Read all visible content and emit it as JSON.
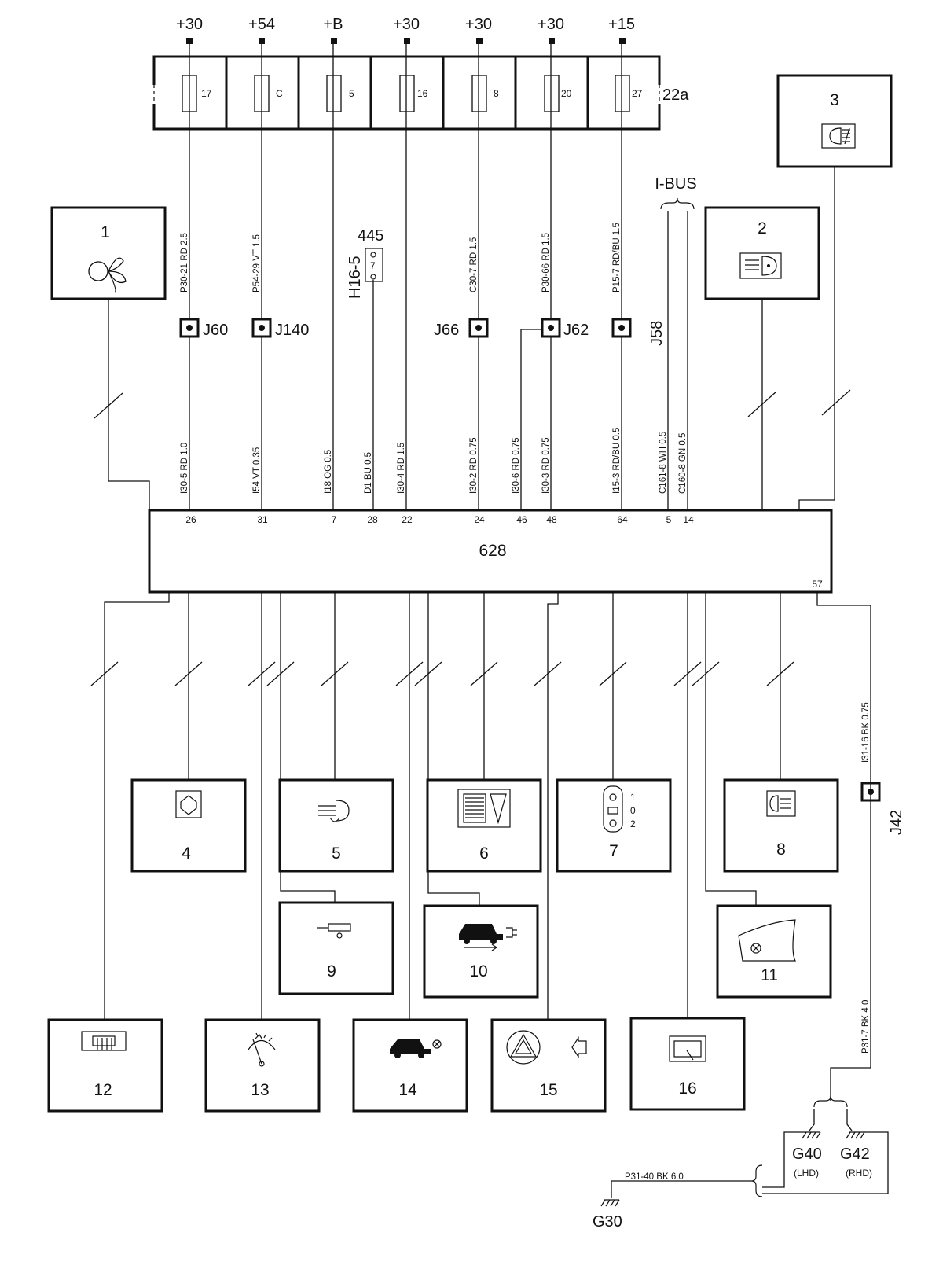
{
  "supplies": [
    "+30",
    "+54",
    "+B",
    "+30",
    "+30",
    "+30",
    "+15"
  ],
  "fuses": [
    "17",
    "C",
    "5",
    "16",
    "8",
    "20",
    "27"
  ],
  "fuse_box_label": "22a",
  "ibus_label": "I-BUS",
  "module_label": "628",
  "components": [
    "1",
    "2",
    "3",
    "4",
    "5",
    "6",
    "7",
    "8",
    "9",
    "10",
    "11",
    "12",
    "13",
    "14",
    "15",
    "16"
  ],
  "upper_wires": [
    "P30-21  RD  2.5",
    "P54-29  VT  1.5",
    "C30-7  RD  1.5",
    "P30-66  RD  1.5",
    "P15-7  RD/BU  1.5"
  ],
  "lower_wires": [
    "I30-5  RD  1.0",
    "I54  VT  0.35",
    "I18  OG  0.5",
    "D1  BU  0.5",
    "I30-4  RD  1.5",
    "I30-2  RD  0.75",
    "I30-6  RD  0.75",
    "I30-3  RD  0.75",
    "I15-3  RD/BU  0.5",
    "C161-8  WH  0.5",
    "C160-8  GN  0.5"
  ],
  "ground_wires": [
    "I31-16  BK  0.75",
    "P31-7  BK  4.0",
    "P31-40  BK  6.0"
  ],
  "connectors": [
    "J60",
    "J140",
    "J66",
    "J62",
    "J58",
    "J42"
  ],
  "h16_label": "H16-5",
  "h16_num": "445",
  "h16_pin": "7",
  "pins": [
    "26",
    "31",
    "7",
    "28",
    "22",
    "24",
    "46",
    "48",
    "64",
    "5",
    "14",
    "57"
  ],
  "switch_positions": [
    "1",
    "0",
    "2"
  ],
  "grounds": {
    "g40": "G40",
    "g42": "G42",
    "lhd": "(LHD)",
    "rhd": "(RHD)",
    "g30": "G30"
  }
}
